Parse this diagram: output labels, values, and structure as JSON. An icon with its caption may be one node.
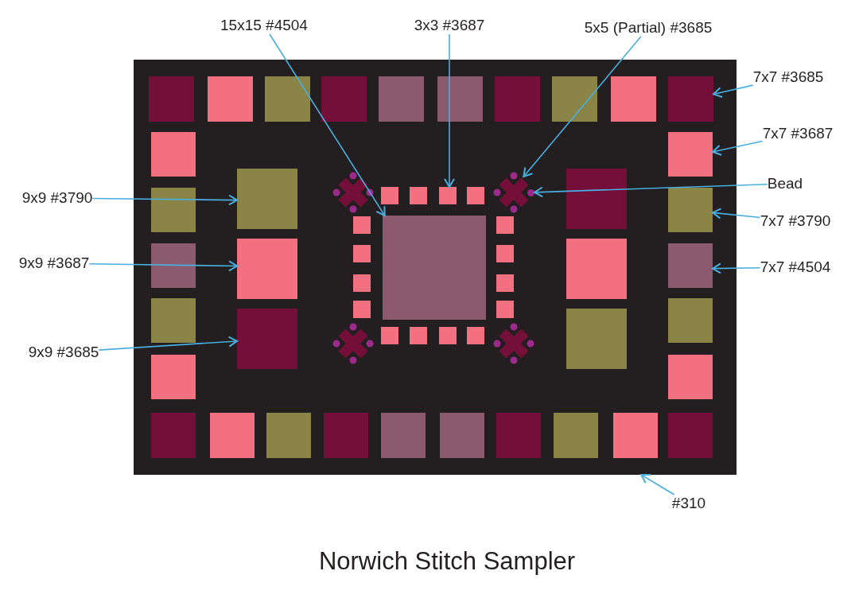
{
  "diagram": {
    "title": "Norwich Stitch Sampler",
    "nodes": [
      {
        "text": [],
        "shape": "box"
      },
      {
        "text": [],
        "shape": "box",
        "in": 0
      },
      {
        "text": [],
        "shape": "box",
        "in": 0
      },
      {
        "text": [],
        "shape": "box",
        "in": 0
      },
      {
        "text": [],
        "shape": "box",
        "in": 0
      },
      {
        "text": [],
        "shape": "cross",
        "in": 0
      },
      {
        "text": [],
        "shape": "circle",
        "in": 0
      },
      {
        "text": [],
        "shape": "box",
        "in": 0
      },
      {
        "text": [],
        "shape": "box",
        "in": 0
      },
      {
        "text": [],
        "shape": "box",
        "in": 0
      },
      {
        "text": [],
        "shape": "box",
        "in": 0
      },
      {
        "text": [],
        "shape": "box",
        "in": 0
      },
      {
        "text": [
          "15x15 #4504"
        ]
      },
      {
        "text": [
          "3x3 #3687"
        ]
      },
      {
        "text": [
          "5x5 (Partial) #3685"
        ]
      },
      {
        "text": [
          "7x7 #3685"
        ]
      },
      {
        "text": [
          "7x7 #3687"
        ]
      },
      {
        "text": [
          "Bead"
        ]
      },
      {
        "text": [
          "9x9 #3790"
        ]
      },
      {
        "text": [
          "7x7 #3790"
        ]
      },
      {
        "text": [
          "9x9 #3687"
        ]
      },
      {
        "text": [
          "7x7 #4504"
        ]
      },
      {
        "text": [
          "9x9 #3685"
        ]
      },
      {
        "text": [
          "#310"
        ]
      }
    ],
    "edges": [
      {
        "from": 12,
        "to": 7,
        "arrow": "to"
      },
      {
        "from": 13,
        "to": 4,
        "arrow": "to"
      },
      {
        "from": 14,
        "to": 5,
        "arrow": "to"
      },
      {
        "from": 15,
        "to": 8,
        "arrow": "to"
      },
      {
        "from": 16,
        "to": 9,
        "arrow": "to"
      },
      {
        "from": 17,
        "to": 6,
        "arrow": "to"
      },
      {
        "from": 18,
        "to": 1,
        "arrow": "to"
      },
      {
        "from": 19,
        "to": 10,
        "arrow": "to"
      },
      {
        "from": 20,
        "to": 2,
        "arrow": "to"
      },
      {
        "from": 21,
        "to": 11,
        "arrow": "to"
      },
      {
        "from": 22,
        "to": 3,
        "arrow": "to"
      },
      {
        "from": 23,
        "to": 0,
        "arrow": "to"
      }
    ]
  }
}
